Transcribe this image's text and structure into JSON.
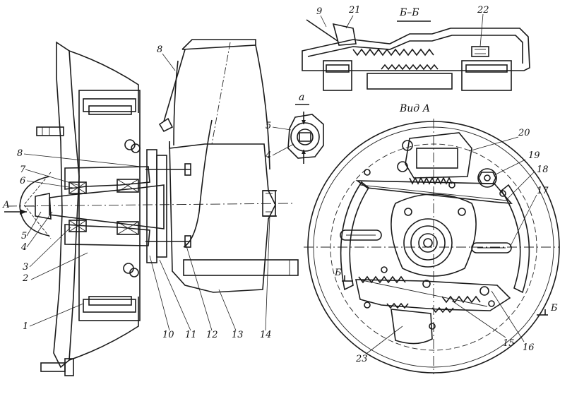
{
  "titles": {
    "section_bb": "Б–Б",
    "view_a": "Вид А",
    "detail_a": "а"
  },
  "markers": {
    "arrow_a": "А",
    "cut_b_left": "Б",
    "cut_b_right": "Б"
  },
  "callouts": [
    "1",
    "2",
    "3",
    "4",
    "5",
    "6",
    "7",
    "8",
    "10",
    "11",
    "12",
    "13",
    "14",
    "8",
    "9",
    "21",
    "22",
    "5",
    "4",
    "20",
    "19",
    "18",
    "17",
    "16",
    "15",
    "23"
  ]
}
